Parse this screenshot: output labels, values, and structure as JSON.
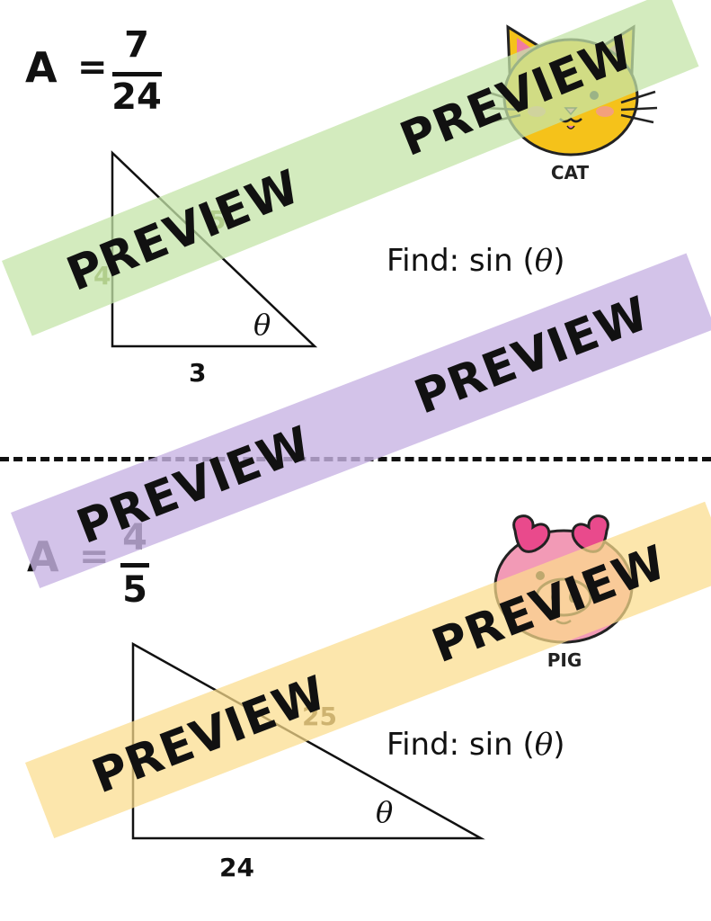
{
  "watermark": {
    "label": "PREVIEW",
    "colors": {
      "green": "#cfe8bb",
      "purple": "#cfbde6",
      "yellow": "#fbe3a3"
    }
  },
  "problem1": {
    "answer_letter": "A",
    "equals": "=",
    "numerator": "7",
    "denominator": "24",
    "side_base": "3",
    "hypotenuse": "5",
    "side_left": "4",
    "angle": "θ",
    "prompt_prefix": "Find: sin (",
    "prompt_var": "θ",
    "prompt_suffix": ")",
    "animal_label": "CAT",
    "animal_icon": "cat-face-icon"
  },
  "problem2": {
    "answer_letter": "A",
    "equals": "=",
    "numerator": "4",
    "denominator": "5",
    "side_base": "24",
    "hypotenuse": "25",
    "angle": "θ",
    "prompt_prefix": "Find: sin (",
    "prompt_var": "θ",
    "prompt_suffix": ")",
    "animal_label": "PIG",
    "animal_icon": "pig-face-icon"
  }
}
